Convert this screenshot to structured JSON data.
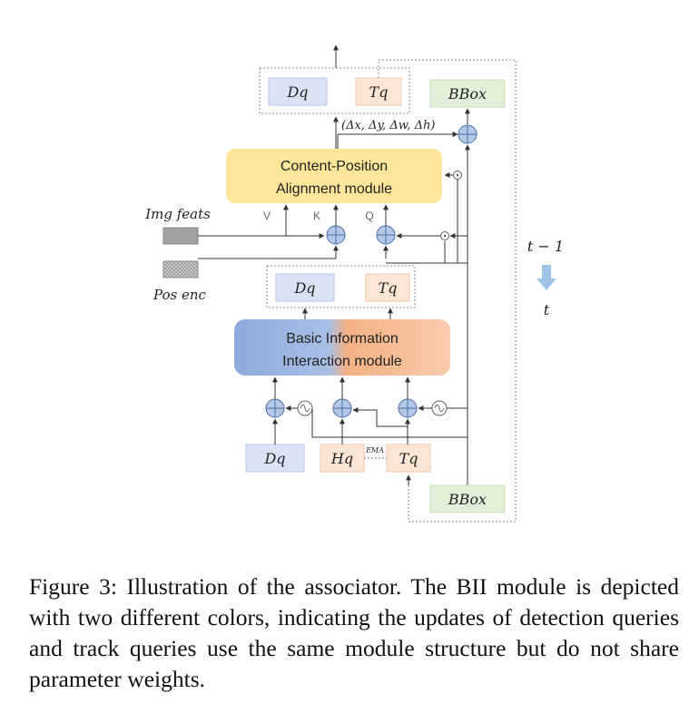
{
  "top_group": {
    "dq": "Dq",
    "tq": "Tq"
  },
  "bbox_top": "BBox",
  "delta_label": "(Δx, Δy, Δw, Δh)",
  "cpa_module": {
    "line1": "Content-Position",
    "line2": "Alignment module"
  },
  "kqv": {
    "v": "V",
    "k": "K",
    "q": "Q"
  },
  "img_feats": "Img feats",
  "pos_enc": "Pos enc",
  "time": {
    "prev": "t − 1",
    "curr": "t"
  },
  "mid_group": {
    "dq": "Dq",
    "tq": "Tq"
  },
  "bii_module": {
    "line1": "Basic Information",
    "line2": "Interaction module"
  },
  "bottom_inputs": {
    "dq": "Dq",
    "hq": "Hq",
    "tq": "Tq",
    "ema": "EMA"
  },
  "bbox_bottom": "BBox",
  "colors": {
    "blue": "#dae3f3",
    "orange": "#fbe5d6",
    "green": "#e2f0d9",
    "yellow": "#ffe699"
  },
  "caption": "Figure 3: Illustration of the associator. The BII module is depicted with two different colors, indicating the updates of detection queries and track queries use the same module structure but do not share parameter weights."
}
